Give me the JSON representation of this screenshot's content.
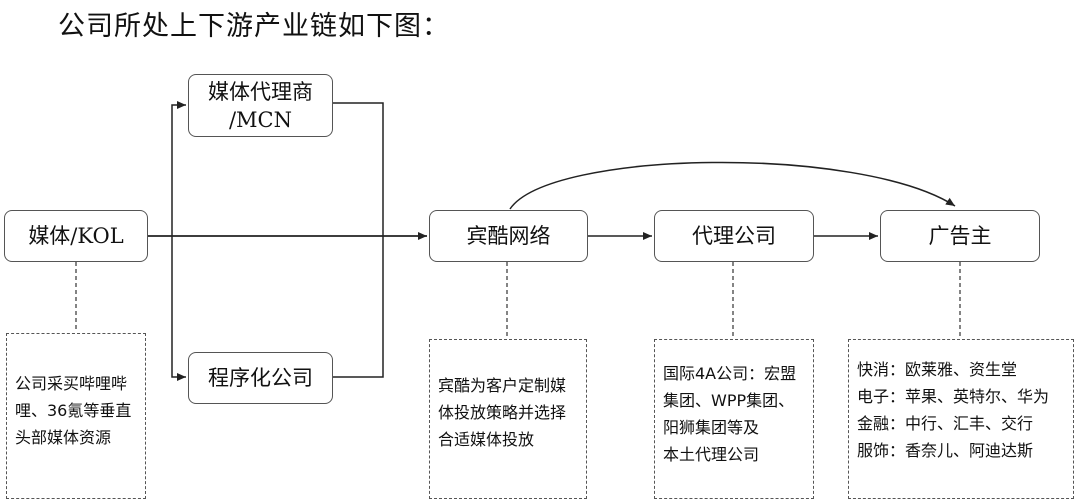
{
  "heading": "公司所处上下游产业链如下图：",
  "nodes": {
    "media_kol": "媒体/KOL",
    "mcn_line1": "媒体代理商",
    "mcn_line2": "/MCN",
    "programmatic": "程序化公司",
    "binku": "宾酷网络",
    "agency": "代理公司",
    "advertiser": "广告主"
  },
  "notes": {
    "media": [
      "公司采买哔哩哔",
      "哩、36氪等垂直",
      "头部媒体资源"
    ],
    "binku": [
      "宾酷为客户定制媒",
      "体投放策略并选择",
      "合适媒体投放"
    ],
    "agency": [
      "国际4A公司：宏盟",
      "集团、WPP集团、",
      "阳狮集团等及",
      "本土代理公司"
    ],
    "advertiser": [
      "快消：欧莱雅、资生堂",
      "电子：苹果、英特尔、华为",
      "金融：中行、汇丰、交行",
      "服饰：香奈儿、阿迪达斯"
    ]
  }
}
